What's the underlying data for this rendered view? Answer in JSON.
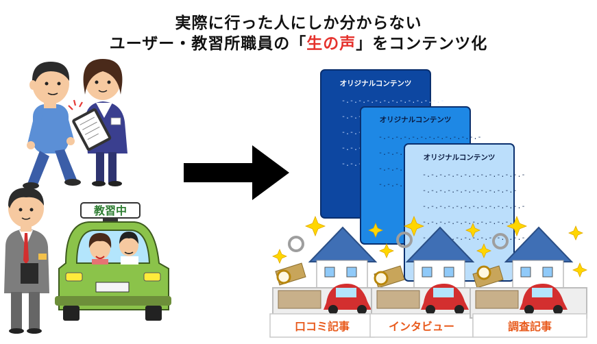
{
  "title": {
    "line1": "実際に行った人にしか分からない",
    "line2_before": "ユーザー・教習所職員の「",
    "line2_highlight": "生の声",
    "line2_after": "」をコンテンツ化"
  },
  "car_sign": "教習中",
  "documents": [
    {
      "title": "オリジナルコンテンツ",
      "lines": [
        "-.-.-.-.-.-.-.-.-.-.-.-.-",
        "-.-.-.-.-.-.-.-.-.-.-.-",
        "-.-.-.-.-.-.-.-.-.-.-.-.-",
        "-.-.-.-.-.-.-.-.-.-.-",
        "-.-.-.-.-.-.-.-.-.-.-.-.-"
      ]
    },
    {
      "title": "オリジナルコンテンツ",
      "lines": [
        "-.-.-.-.-.-.-.-.-.-.-.-.-",
        "-.-.-.-.-.-.-.-.-.-.-.-.-",
        "-.-.-.-.-.-.-.-.-.-.-.-",
        "-.-.-.-.-.-.-.-.-.-.-.-.-"
      ]
    },
    {
      "title": "オリジナルコンテンツ",
      "lines": [
        "-.-.-.-.-.-.-.-.-.-.-.-.-",
        "-.-.-.-.-.-.-.-.-.-.-.-",
        "-.-.-.-.-.-.-.-.-.-.-.-.-",
        "-.-.-.-.-.-.-.-.-.-.-.-",
        "-.-.-.-.-.-.-.-.-.-.-.-.-"
      ]
    }
  ],
  "labels": [
    "口コミ記事",
    "インタビュー",
    "調査記事"
  ],
  "colors": {
    "doc_dark": "#0d47a1",
    "doc_mid": "#1e88e5",
    "doc_light": "#bbdefb",
    "label_text": "#e85a1c",
    "highlight": "#e5322d",
    "car_green": "#8bc34a"
  }
}
